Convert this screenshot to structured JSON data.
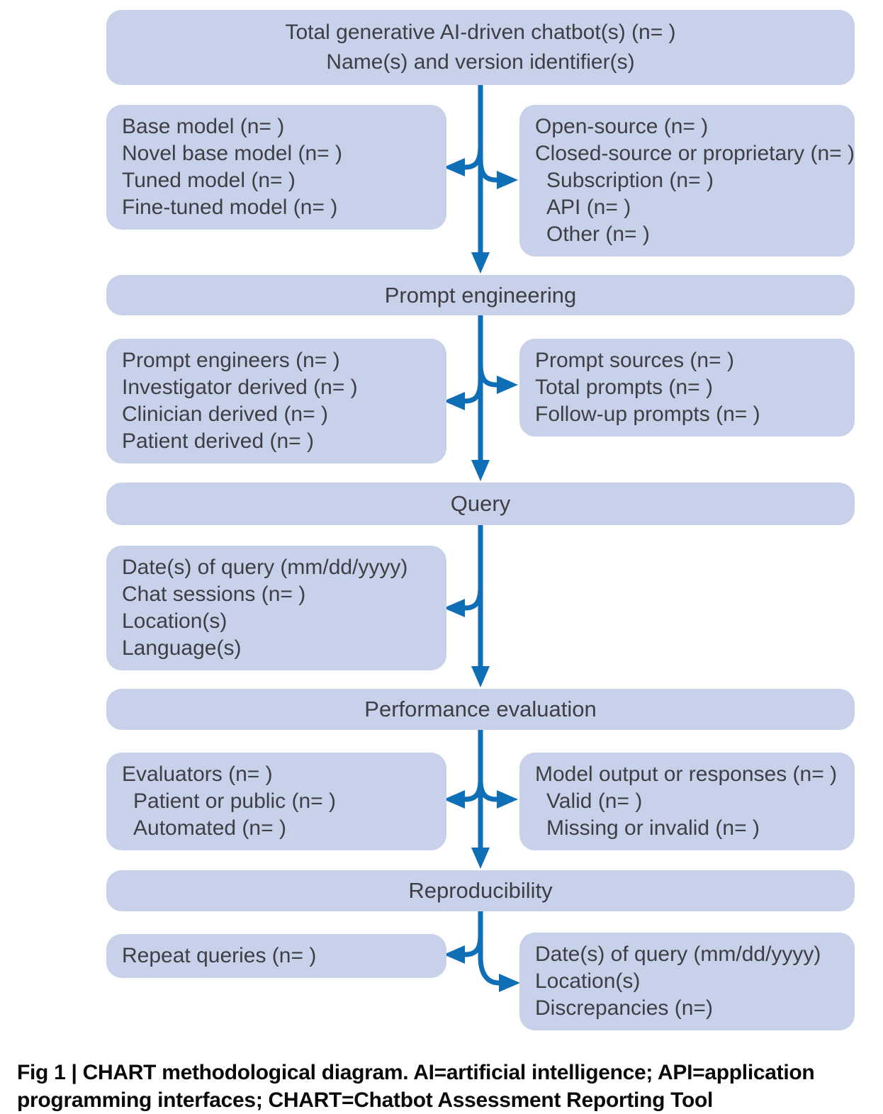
{
  "top_box": {
    "line1": "Total generative AI-driven chatbot(s) (n= )",
    "line2": "Name(s) and version identifier(s)"
  },
  "boxes": {
    "model": [
      "Base model (n= )",
      "Novel base model (n= )",
      "Tuned model (n= )",
      "Fine-tuned model (n= )"
    ],
    "source": [
      "Open-source (n= )",
      "Closed-source or proprietary (n= )",
      "Subscription (n= )",
      "API (n= )",
      "Other (n= )"
    ],
    "prompt_engineers": [
      "Prompt engineers (n= )",
      "Investigator derived (n= )",
      "Clinician derived (n= )",
      "Patient derived (n= )"
    ],
    "prompt_sources": [
      "Prompt sources (n= )",
      "Total prompts (n= )",
      "Follow-up prompts (n= )"
    ],
    "query_details": [
      "Date(s) of query (mm/dd/yyyy)",
      "Chat sessions (n= )",
      "Location(s)",
      "Language(s)"
    ],
    "evaluators": [
      "Evaluators (n= )",
      "Patient or public (n= )",
      "Automated (n= )"
    ],
    "model_output": [
      "Model output or responses (n= )",
      "Valid (n= )",
      "Missing or invalid (n= )"
    ],
    "repeat_queries": [
      "Repeat queries (n= )"
    ],
    "reproducibility_details": [
      "Date(s) of query (mm/dd/yyyy)",
      "Location(s)",
      "Discrepancies (n=)"
    ]
  },
  "bands": {
    "prompt_engineering": "Prompt engineering",
    "query": "Query",
    "performance_evaluation": "Performance evaluation",
    "reproducibility": "Reproducibility"
  },
  "caption": {
    "text": "Fig 1 | CHART methodological diagram. AI=artificial intelligence; API=application programming interfaces; CHART=Chatbot Assessment Reporting Tool"
  },
  "colors": {
    "box_fill": "#c8d1ea",
    "arrow_blue": "#0e6fb7",
    "box_text": "#3e3f44",
    "caption_text": "#0a0a0a"
  }
}
